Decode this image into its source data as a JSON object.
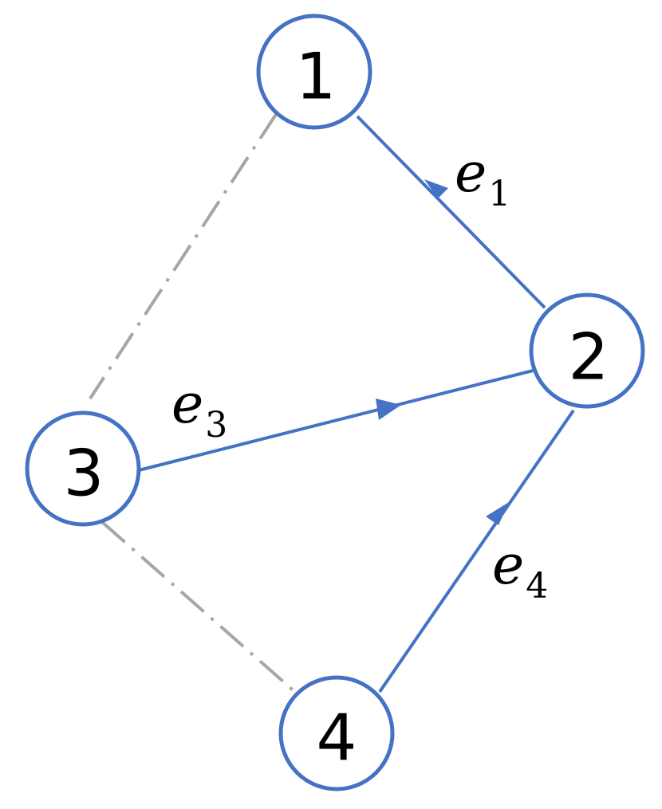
{
  "diagram": {
    "nodes": [
      {
        "id": "1",
        "label": "1"
      },
      {
        "id": "2",
        "label": "2"
      },
      {
        "id": "3",
        "label": "3"
      },
      {
        "id": "4",
        "label": "4"
      }
    ],
    "edges": [
      {
        "id": "e1",
        "from": "2",
        "to": "1",
        "symbol": "e",
        "subscript": "1",
        "style": "solid",
        "directed": true
      },
      {
        "id": "e3",
        "from": "3",
        "to": "2",
        "symbol": "e",
        "subscript": "3",
        "style": "solid",
        "directed": true
      },
      {
        "id": "e4",
        "from": "4",
        "to": "2",
        "symbol": "e",
        "subscript": "4",
        "style": "solid",
        "directed": true
      },
      {
        "id": "d13",
        "from": "1",
        "to": "3",
        "style": "dash-dot",
        "directed": false
      },
      {
        "id": "d34",
        "from": "3",
        "to": "4",
        "style": "dash-dot",
        "directed": false
      }
    ],
    "colors": {
      "node_stroke": "#4472C4",
      "edge_solid": "#4472C4",
      "edge_dashed": "#A6A6A6",
      "text": "#000000"
    }
  }
}
